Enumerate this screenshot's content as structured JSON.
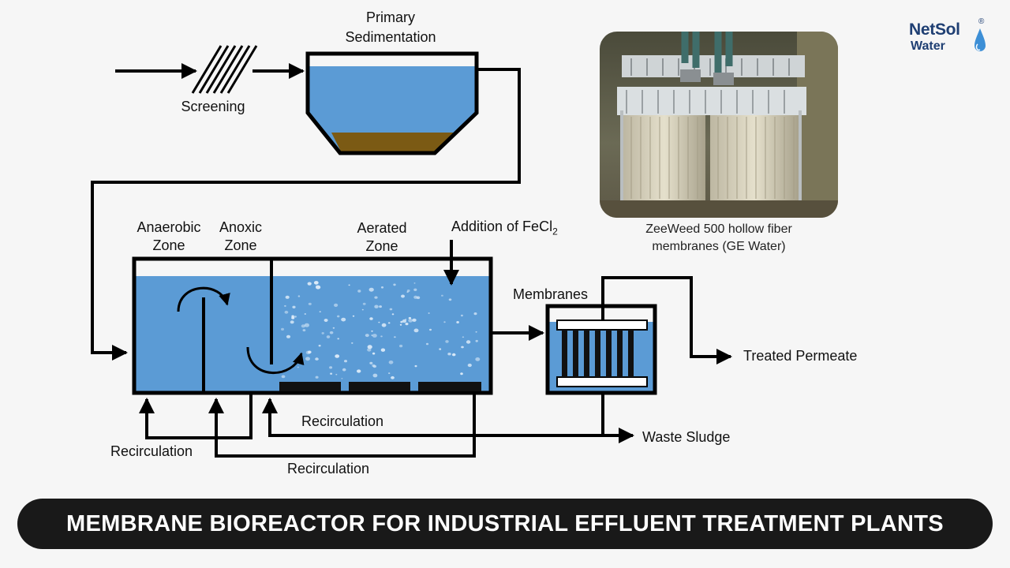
{
  "labels": {
    "screening": "Screening",
    "primary_sedimentation_line1": "Primary",
    "primary_sedimentation_line2": "Sedimentation",
    "anaerobic_line1": "Anaerobic",
    "anaerobic_line2": "Zone",
    "anoxic_line1": "Anoxic",
    "anoxic_line2": "Zone",
    "aerated_line1": "Aerated",
    "aerated_line2": "Zone",
    "addition_text": "Addition of FeCl",
    "addition_subscript": "2",
    "membranes": "Membranes",
    "treated_permeate": "Treated Permeate",
    "waste_sludge": "Waste Sludge",
    "recirculation_top": "Recirculation",
    "recirculation_left": "Recirculation",
    "recirculation_bottom": "Recirculation"
  },
  "photo": {
    "caption_line1": "ZeeWeed 500 hollow fiber",
    "caption_line2": "membranes (GE Water)"
  },
  "brand": {
    "line1": "NetSol",
    "line2": "Water",
    "registered": "®"
  },
  "banner": {
    "title": "MEMBRANE BIOREACTOR FOR INDUSTRIAL EFFLUENT TREATMENT PLANTS"
  },
  "colors": {
    "water": "#5b9bd5",
    "sludge": "#7b5a14",
    "banner": "#191919",
    "brand": "#1f3f73"
  }
}
